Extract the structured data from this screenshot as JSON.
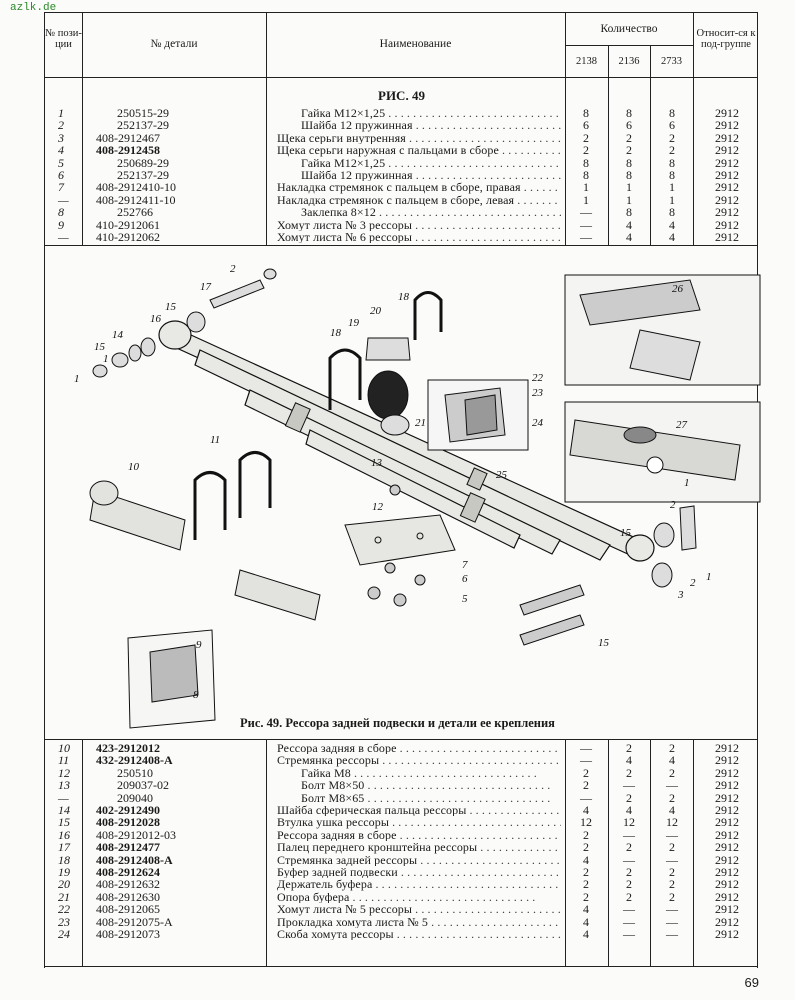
{
  "watermark": "azlk.de",
  "header": {
    "pos": "№ пози-ции",
    "part": "№ детали",
    "name": "Наименование",
    "qty": "Количество",
    "models": [
      "2138",
      "2136",
      "2733"
    ],
    "group": "Относит-ся к под-группе"
  },
  "fig_ref": "РИС. 49",
  "rows_top": [
    {
      "pos": "1",
      "part": "250515-29",
      "pi": true,
      "name": "Гайка М12×1,25",
      "ni": true,
      "q": [
        "8",
        "8",
        "8"
      ],
      "g": "2912"
    },
    {
      "pos": "2",
      "part": "252137-29",
      "pi": true,
      "name": "Шайба 12 пружинная",
      "ni": true,
      "q": [
        "6",
        "6",
        "6"
      ],
      "g": "2912"
    },
    {
      "pos": "3",
      "part": "408-2912467",
      "name": "Щека серьги внутренняя",
      "q": [
        "2",
        "2",
        "2"
      ],
      "g": "2912"
    },
    {
      "pos": "4",
      "part": "408-2912458",
      "pb": true,
      "name": "Щека серьги наружная с пальцами в сборе",
      "q": [
        "2",
        "2",
        "2"
      ],
      "g": "2912"
    },
    {
      "pos": "5",
      "part": "250689-29",
      "pi": true,
      "name": "Гайка М12×1,25",
      "ni": true,
      "q": [
        "8",
        "8",
        "8"
      ],
      "g": "2912"
    },
    {
      "pos": "6",
      "part": "252137-29",
      "pi": true,
      "name": "Шайба 12 пружинная",
      "ni": true,
      "q": [
        "8",
        "8",
        "8"
      ],
      "g": "2912"
    },
    {
      "pos": "7",
      "part": "408-2912410-10",
      "name": "Накладка стремянок с пальцем в сборе, правая",
      "q": [
        "1",
        "1",
        "1"
      ],
      "g": "2912"
    },
    {
      "pos": "—",
      "part": "408-2912411-10",
      "name": "Накладка стремянок с пальцем в сборе, левая",
      "q": [
        "1",
        "1",
        "1"
      ],
      "g": "2912"
    },
    {
      "pos": "8",
      "part": "252766",
      "pi": true,
      "name": "Заклепка 8×12",
      "ni": true,
      "q": [
        "—",
        "8",
        "8"
      ],
      "g": "2912"
    },
    {
      "pos": "9",
      "part": "410-2912061",
      "name": "Хомут листа № 3 рессоры",
      "q": [
        "—",
        "4",
        "4"
      ],
      "g": "2912"
    },
    {
      "pos": "—",
      "part": "410-2912062",
      "name": "Хомут листа № 6 рессоры",
      "q": [
        "—",
        "4",
        "4"
      ],
      "g": "2912"
    }
  ],
  "caption": "Рис. 49. Рессора задней подвески и детали ее крепления",
  "rows_bottom": [
    {
      "pos": "10",
      "part": "423-2912012",
      "pb": true,
      "name": "Рессора задняя в сборе",
      "q": [
        "—",
        "2",
        "2"
      ],
      "g": "2912"
    },
    {
      "pos": "11",
      "part": "432-2912408-А",
      "pb": true,
      "name": "Стремянка рессоры",
      "q": [
        "—",
        "4",
        "4"
      ],
      "g": "2912"
    },
    {
      "pos": "12",
      "part": "250510",
      "pi": true,
      "name": "Гайка М8",
      "ni": true,
      "q": [
        "2",
        "2",
        "2"
      ],
      "g": "2912"
    },
    {
      "pos": "13",
      "part": "209037-02",
      "pi": true,
      "name": "Болт М8×50",
      "ni": true,
      "q": [
        "2",
        "—",
        "—"
      ],
      "g": "2912"
    },
    {
      "pos": "—",
      "part": "209040",
      "pi": true,
      "name": "Болт М8×65",
      "ni": true,
      "q": [
        "—",
        "2",
        "2"
      ],
      "g": "2912"
    },
    {
      "pos": "14",
      "part": "402-2912490",
      "pb": true,
      "name": "Шайба сферическая пальца рессоры",
      "q": [
        "4",
        "4",
        "4"
      ],
      "g": "2912"
    },
    {
      "pos": "15",
      "part": "408-2912028",
      "pb": true,
      "name": "Втулка ушка рессоры",
      "q": [
        "12",
        "12",
        "12"
      ],
      "g": "2912"
    },
    {
      "pos": "16",
      "part": "408-2912012-03",
      "name": "Рессора задняя в сборе",
      "q": [
        "2",
        "—",
        "—"
      ],
      "g": "2912"
    },
    {
      "pos": "17",
      "part": "408-2912477",
      "pb": true,
      "name": "Палец переднего кронштейна рессоры",
      "q": [
        "2",
        "2",
        "2"
      ],
      "g": "2912"
    },
    {
      "pos": "18",
      "part": "408-2912408-А",
      "pb": true,
      "name": "Стремянка задней рессоры",
      "q": [
        "4",
        "—",
        "—"
      ],
      "g": "2912"
    },
    {
      "pos": "19",
      "part": "408-2912624",
      "pb": true,
      "name": "Буфер задней подвески",
      "q": [
        "2",
        "2",
        "2"
      ],
      "g": "2912"
    },
    {
      "pos": "20",
      "part": "408-2912632",
      "name": "Держатель буфера",
      "q": [
        "2",
        "2",
        "2"
      ],
      "g": "2912"
    },
    {
      "pos": "21",
      "part": "408-2912630",
      "name": "Опора буфера",
      "q": [
        "2",
        "2",
        "2"
      ],
      "g": "2912"
    },
    {
      "pos": "22",
      "part": "408-2912065",
      "name": "Хомут листа № 5 рессоры",
      "q": [
        "4",
        "—",
        "—"
      ],
      "g": "2912"
    },
    {
      "pos": "23",
      "part": "408-2912075-А",
      "name": "Прокладка хомута листа № 5",
      "q": [
        "4",
        "—",
        "—"
      ],
      "g": "2912"
    },
    {
      "pos": "24",
      "part": "408-2912073",
      "name": "Скоба хомута рессоры",
      "q": [
        "4",
        "—",
        "—"
      ],
      "g": "2912"
    }
  ],
  "callouts": [
    "1",
    "2",
    "17",
    "15",
    "16",
    "14",
    "15",
    "1",
    "20",
    "18",
    "19",
    "18",
    "22",
    "23",
    "24",
    "25",
    "21",
    "13",
    "11",
    "10",
    "12",
    "7",
    "6",
    "5",
    "26",
    "27",
    "1",
    "2",
    "15",
    "3",
    "2",
    "1",
    "15",
    "9",
    "8"
  ],
  "page_number": "69"
}
